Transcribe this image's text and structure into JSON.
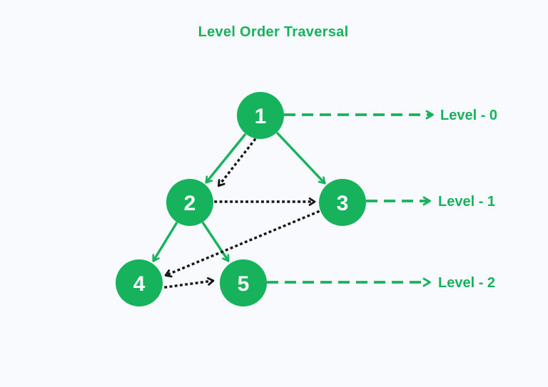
{
  "title": "Level Order Traversal",
  "colors": {
    "accent_green": "#16b25c",
    "traversal_arrow_black": "#151515",
    "background": "#f9fafd",
    "node_text": "#ffffff"
  },
  "tree": {
    "nodes": [
      {
        "label": "1",
        "level": 0
      },
      {
        "label": "2",
        "level": 1
      },
      {
        "label": "3",
        "level": 1
      },
      {
        "label": "4",
        "level": 2
      },
      {
        "label": "5",
        "level": 2
      }
    ],
    "edges": [
      {
        "from": "1",
        "to": "2"
      },
      {
        "from": "1",
        "to": "3"
      },
      {
        "from": "2",
        "to": "4"
      },
      {
        "from": "2",
        "to": "5"
      }
    ],
    "traversal_order": [
      "1",
      "2",
      "3",
      "4",
      "5"
    ]
  },
  "levels": [
    {
      "label": "Level - 0"
    },
    {
      "label": "Level - 1"
    },
    {
      "label": "Level - 2"
    }
  ]
}
